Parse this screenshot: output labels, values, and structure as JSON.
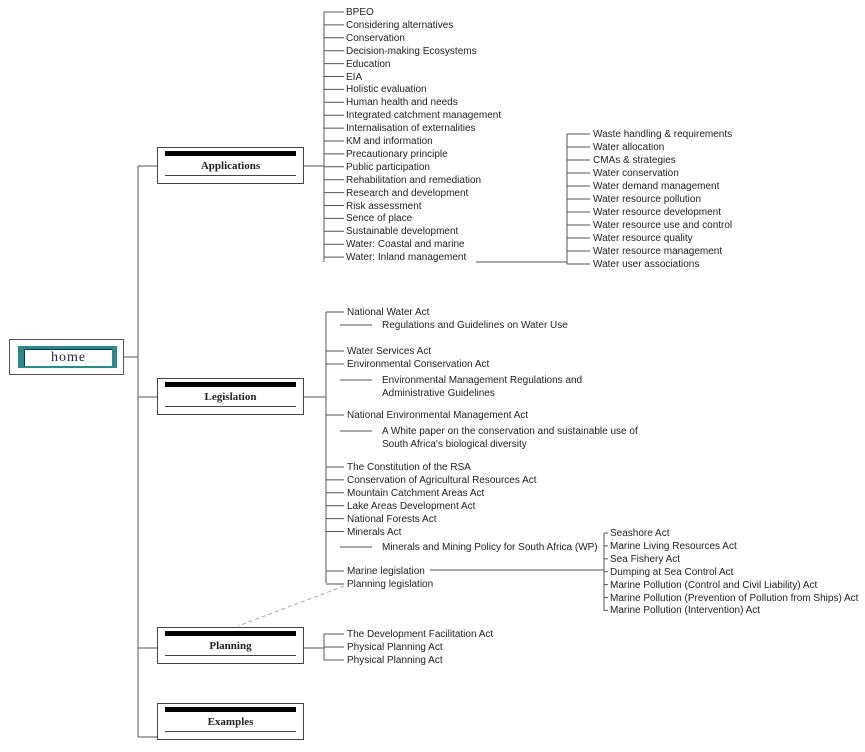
{
  "home": {
    "label": "home"
  },
  "categories": {
    "applications": "Applications",
    "legislation": "Legislation",
    "planning": "Planning",
    "examples": "Examples"
  },
  "applications_items": [
    "BPEO",
    "Considering alternatives",
    "Conservation",
    "Decision-making Ecosystems",
    "Education",
    "EIA",
    "Holistic evaluation",
    "Human health and needs",
    "Integrated catchment management",
    "Internalisation of externalities",
    "KM and information",
    "Precautionary principle",
    "Public participation",
    "Rehabilitation and remediation",
    "Research and development",
    "Risk assessment",
    "Sence of place",
    "Sustainable development",
    "Water: Coastal and marine",
    "Water: Inland management"
  ],
  "water_items": [
    "Waste handling & requirements",
    "Water allocation",
    "CMAs & strategies",
    "Water conservation",
    "Water demand management",
    "Water resource pollution",
    "Water resource development",
    "Water resource use and control",
    "Water resource quality",
    "Water resource management",
    "Water user associations"
  ],
  "legislation": {
    "national_water_act": "National Water Act",
    "regulations_water_use": "Regulations and Guidelines on Water Use",
    "water_services_act": "Water Services Act",
    "env_conservation_act": "Environmental Conservation Act",
    "env_mgmt_regs_1": "Environmental Management Regulations and",
    "env_mgmt_regs_2": "Administrative Guidelines",
    "nema": "National Environmental Management Act",
    "white_paper_1": "A White paper on the conservation and sustainable use of",
    "white_paper_2": "South Africa's biological diversity",
    "acts": [
      "The Constitution of the RSA",
      "Conservation of Agricultural Resources Act",
      "Mountain Catchment Areas Act",
      "Lake Areas Development Act",
      "National Forests Act",
      "Minerals Act"
    ],
    "minerals_policy": "Minerals and Mining Policy for South Africa (WP)",
    "marine_legislation": "Marine legislation",
    "planning_legislation": "Planning legislation"
  },
  "marine_items": [
    "Seashore Act",
    "Marine Living Resources Act",
    "Sea Fishery Act",
    "Dumping at Sea Control Act",
    "Marine Pollution (Control and Civil Liability) Act",
    "Marine Pollution (Prevention of Pollution from Ships) Act",
    "Marine Pollution (Intervention) Act"
  ],
  "planning_items": [
    "The Development Facilitation Act",
    "Physical Planning Act",
    "Physical Planning Act"
  ],
  "colors": {
    "home_accent": "#2a8a8a",
    "line": "#555555"
  }
}
